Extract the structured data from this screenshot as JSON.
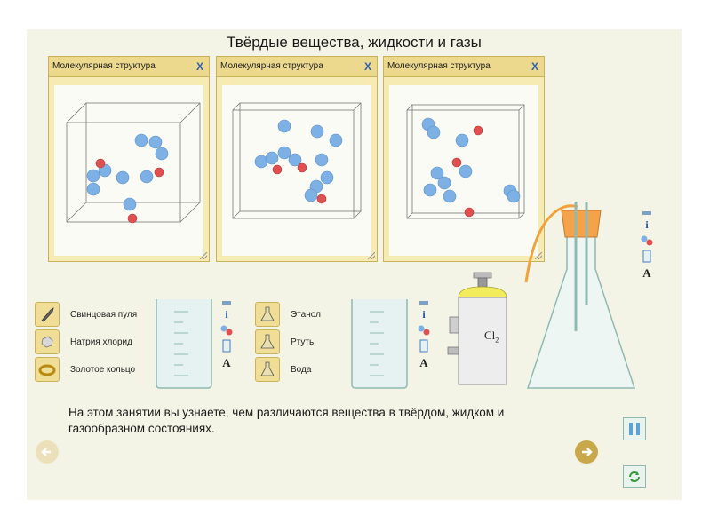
{
  "title": "Твёрдые вещества, жидкости и газы",
  "panels": [
    {
      "header": "Молекулярная структура",
      "close": "X"
    },
    {
      "header": "Молекулярная структура",
      "close": "X"
    },
    {
      "header": "Молекулярная структура",
      "close": "X"
    }
  ],
  "solids": {
    "items": [
      {
        "label": "Свинцовая пуля",
        "icon": "bullet-icon"
      },
      {
        "label": "Натрия хлорид",
        "icon": "salt-icon"
      },
      {
        "label": "Золотое кольцо",
        "icon": "ring-icon"
      }
    ]
  },
  "liquids": {
    "items": [
      {
        "label": "Этанол",
        "icon": "flask-icon"
      },
      {
        "label": "Ртуть",
        "icon": "flask-icon"
      },
      {
        "label": "Вода",
        "icon": "flask-icon"
      }
    ]
  },
  "tools": {
    "info": "i",
    "text": "A"
  },
  "gas_cylinder": {
    "label": "Cl",
    "subscript": "2"
  },
  "description": "На этом занятии вы узнаете, чем различаются вещества в твёрдом, жидком и газообразном состояниях.",
  "colors": {
    "stage": "#f4f4e6",
    "panel": "#f6ebb2",
    "molecule_blue": "#7db1e6",
    "molecule_red": "#e05050",
    "accent": "#2a5fb0"
  }
}
